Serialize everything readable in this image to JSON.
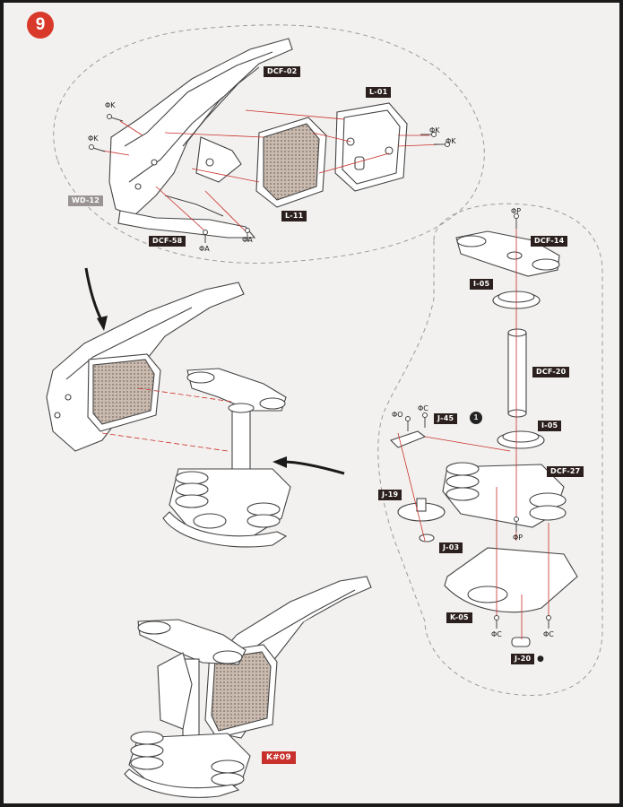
{
  "step": {
    "number": "9"
  },
  "top_group": {
    "labels": {
      "frame": "DCF-02",
      "cover": "L-01",
      "left_label": "WD-12",
      "panel": "L-11",
      "bracket": "DCF-58"
    },
    "screws": {
      "k": "ΦK",
      "a": "ΦA"
    }
  },
  "right_group": {
    "labels": {
      "top_clamp": "DCF-14",
      "upper_bearing": "I-05",
      "tube": "DCF-20",
      "lower_bearing": "I-05",
      "plate": "J-45",
      "lower_clamp": "DCF-27",
      "wheel": "J-19",
      "pin": "J-03",
      "base": "K-05",
      "foot": "J-20"
    },
    "screws": {
      "p": "ΦP",
      "c": "ΦC",
      "o": "ΦO"
    },
    "sub_step": "1"
  },
  "final": {
    "code": "K#09"
  },
  "colors": {
    "step": "#d8392b",
    "line": "#c8302b",
    "label_dark": "#2b201e",
    "label_grey": "#9a9494",
    "paper": "#f3f1ef"
  }
}
